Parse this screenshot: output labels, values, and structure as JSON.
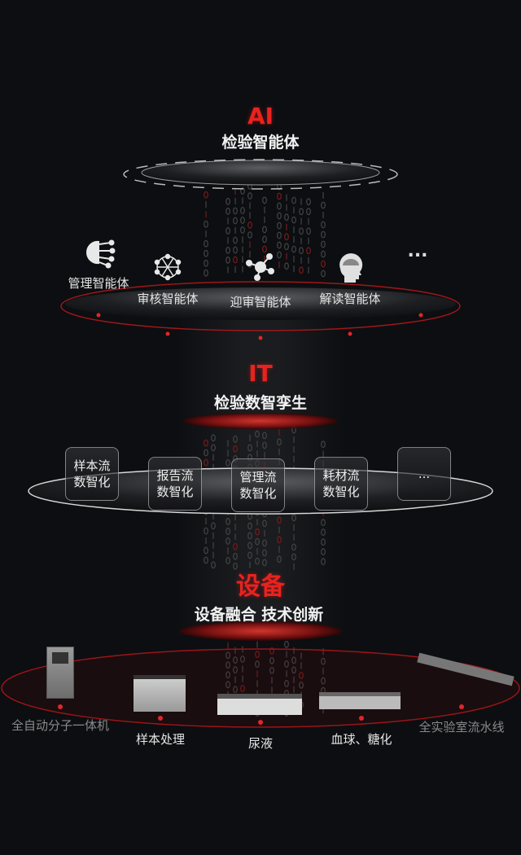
{
  "ai_layer": {
    "heading": "AI",
    "subtitle": "检验智能体",
    "agents": [
      {
        "label": "管理智能体",
        "icon": "brain-circuit-icon"
      },
      {
        "label": "审核智能体",
        "icon": "neural-network-icon"
      },
      {
        "label": "迎审智能体",
        "icon": "molecule-icon"
      },
      {
        "label": "解读智能体",
        "icon": "head-brain-icon"
      }
    ],
    "more": "..."
  },
  "it_layer": {
    "heading": "IT",
    "subtitle": "检验数智孪生",
    "items": [
      {
        "line1": "样本流",
        "line2": "数智化"
      },
      {
        "line1": "报告流",
        "line2": "数智化"
      },
      {
        "line1": "管理流",
        "line2": "数智化"
      },
      {
        "line1": "耗材流",
        "line2": "数智化"
      }
    ],
    "more": "..."
  },
  "device_layer": {
    "heading": "设备",
    "subtitle": "设备融合 技术创新",
    "devices": [
      {
        "label": "全自动分子一体机"
      },
      {
        "label": "样本处理"
      },
      {
        "label": "尿液"
      },
      {
        "label": "血球、糖化"
      },
      {
        "label": "全实验室流水线"
      }
    ]
  },
  "colors": {
    "accent": "#e8231e",
    "background": "#0c0e11"
  }
}
